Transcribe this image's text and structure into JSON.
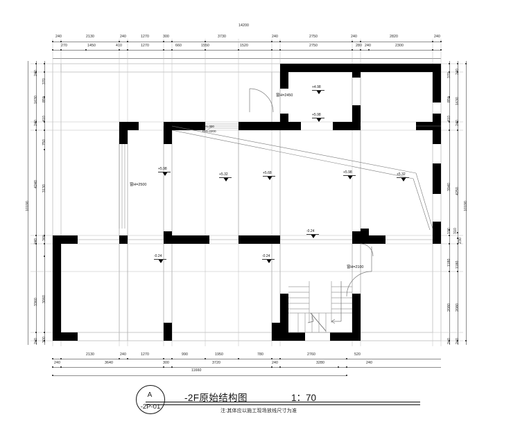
{
  "drawing": {
    "title": "-2F原始结构图",
    "scale": "1：70",
    "tag_letter": "A",
    "tag_number": "-2P-01",
    "note": "注:其体应以施工现场放线尺寸为准",
    "overall_width": "14200",
    "overall_height": "10190",
    "inner_width": "11660"
  },
  "dimensions": {
    "top_outer": [
      "14200"
    ],
    "top_row1": [
      "240",
      "2130",
      "240",
      "1270",
      "300",
      "3730",
      "240",
      "2750",
      "240",
      "2820",
      "240"
    ],
    "top_row2": [
      "270",
      "1450",
      "410",
      "1270",
      "660",
      "1550",
      "1520",
      "2750",
      "280",
      "240",
      "2300"
    ],
    "bottom_row1": [
      "240",
      "2130",
      "240",
      "1270",
      "300",
      "990",
      "1950",
      "780",
      "240",
      "2760",
      "520",
      "240"
    ],
    "bottom_row2": [
      "3640",
      "3720",
      "3280"
    ],
    "bottom_outer": [
      "11660"
    ],
    "left_outer": [
      "10190"
    ],
    "left_row1": [
      "240",
      "1630",
      "240",
      "4240",
      "240",
      "3360",
      "240"
    ],
    "left_row2": [
      "370",
      "850",
      "410",
      "750",
      "3130",
      "360",
      "3060",
      "300"
    ],
    "right_row1": [
      "240",
      "370",
      "850",
      "410",
      "240",
      "3940",
      "100",
      "310",
      "1180",
      "2080",
      "240"
    ],
    "right_row2": [
      "240",
      "1630",
      "240",
      "4250",
      "100",
      "230",
      "1180",
      "2080",
      "240"
    ],
    "right_outer": [
      "10190"
    ]
  },
  "annotations": {
    "window_2450": "窗H=2450",
    "window_2500": "窗H=2500",
    "window_2100": "窗H=2100",
    "beam_300": "DH=300",
    "beam_2200": "DH=2200"
  },
  "elevations": [
    {
      "label": "+4.98"
    },
    {
      "label": "+5.98"
    },
    {
      "label": "+5.98"
    },
    {
      "label": "+5.32"
    },
    {
      "label": "+5.68"
    },
    {
      "label": "+5.98"
    },
    {
      "label": "+5.32"
    },
    {
      "label": "-0.24"
    },
    {
      "label": "-0.24"
    },
    {
      "label": "-0.24"
    }
  ],
  "elev_top_door": "+4.98",
  "elev_top_room": "+5.98",
  "elev_left_room": "+5.98",
  "elev_center_left": "+5.32",
  "elev_center": "+5.68",
  "elev_center_right": "+5.98",
  "elev_right": "+5.32",
  "elev_low_left": "-0.24",
  "elev_low_mid": "-0.24",
  "elev_low_right": "-0.24",
  "chart_data": {
    "type": "table",
    "title": "-2F原始结构图 1：70",
    "categories": [
      "top_dims",
      "bottom_dims",
      "left_dims",
      "right_dims"
    ],
    "values": [
      14200,
      11660,
      10190,
      10190
    ]
  }
}
